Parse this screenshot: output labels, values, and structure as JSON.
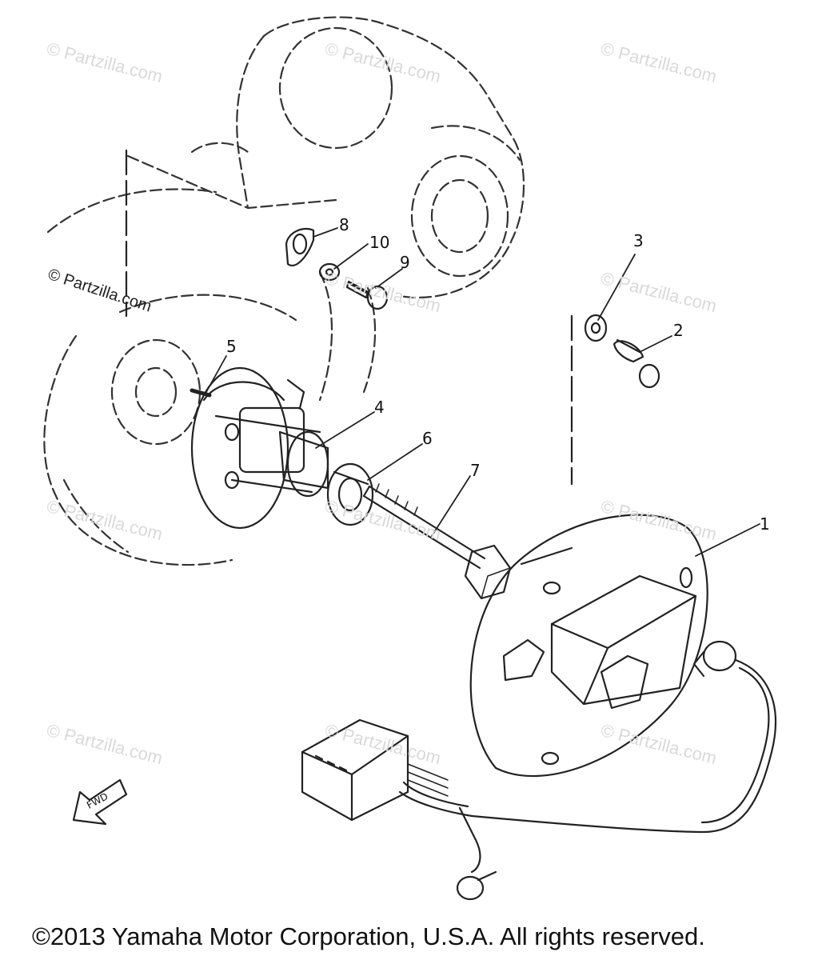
{
  "watermark": {
    "text": "© Partzilla.com",
    "dark_text": "© Partzilla.com"
  },
  "callouts": [
    {
      "id": "1",
      "label": "1"
    },
    {
      "id": "2",
      "label": "2"
    },
    {
      "id": "3",
      "label": "3"
    },
    {
      "id": "4",
      "label": "4"
    },
    {
      "id": "5",
      "label": "5"
    },
    {
      "id": "6",
      "label": "6"
    },
    {
      "id": "7",
      "label": "7"
    },
    {
      "id": "8",
      "label": "8"
    },
    {
      "id": "9",
      "label": "9"
    },
    {
      "id": "10",
      "label": "10"
    }
  ],
  "fwd_label": "FWD",
  "copyright": "©2013  Yamaha Motor Corporation, U.S.A. All rights reserved."
}
